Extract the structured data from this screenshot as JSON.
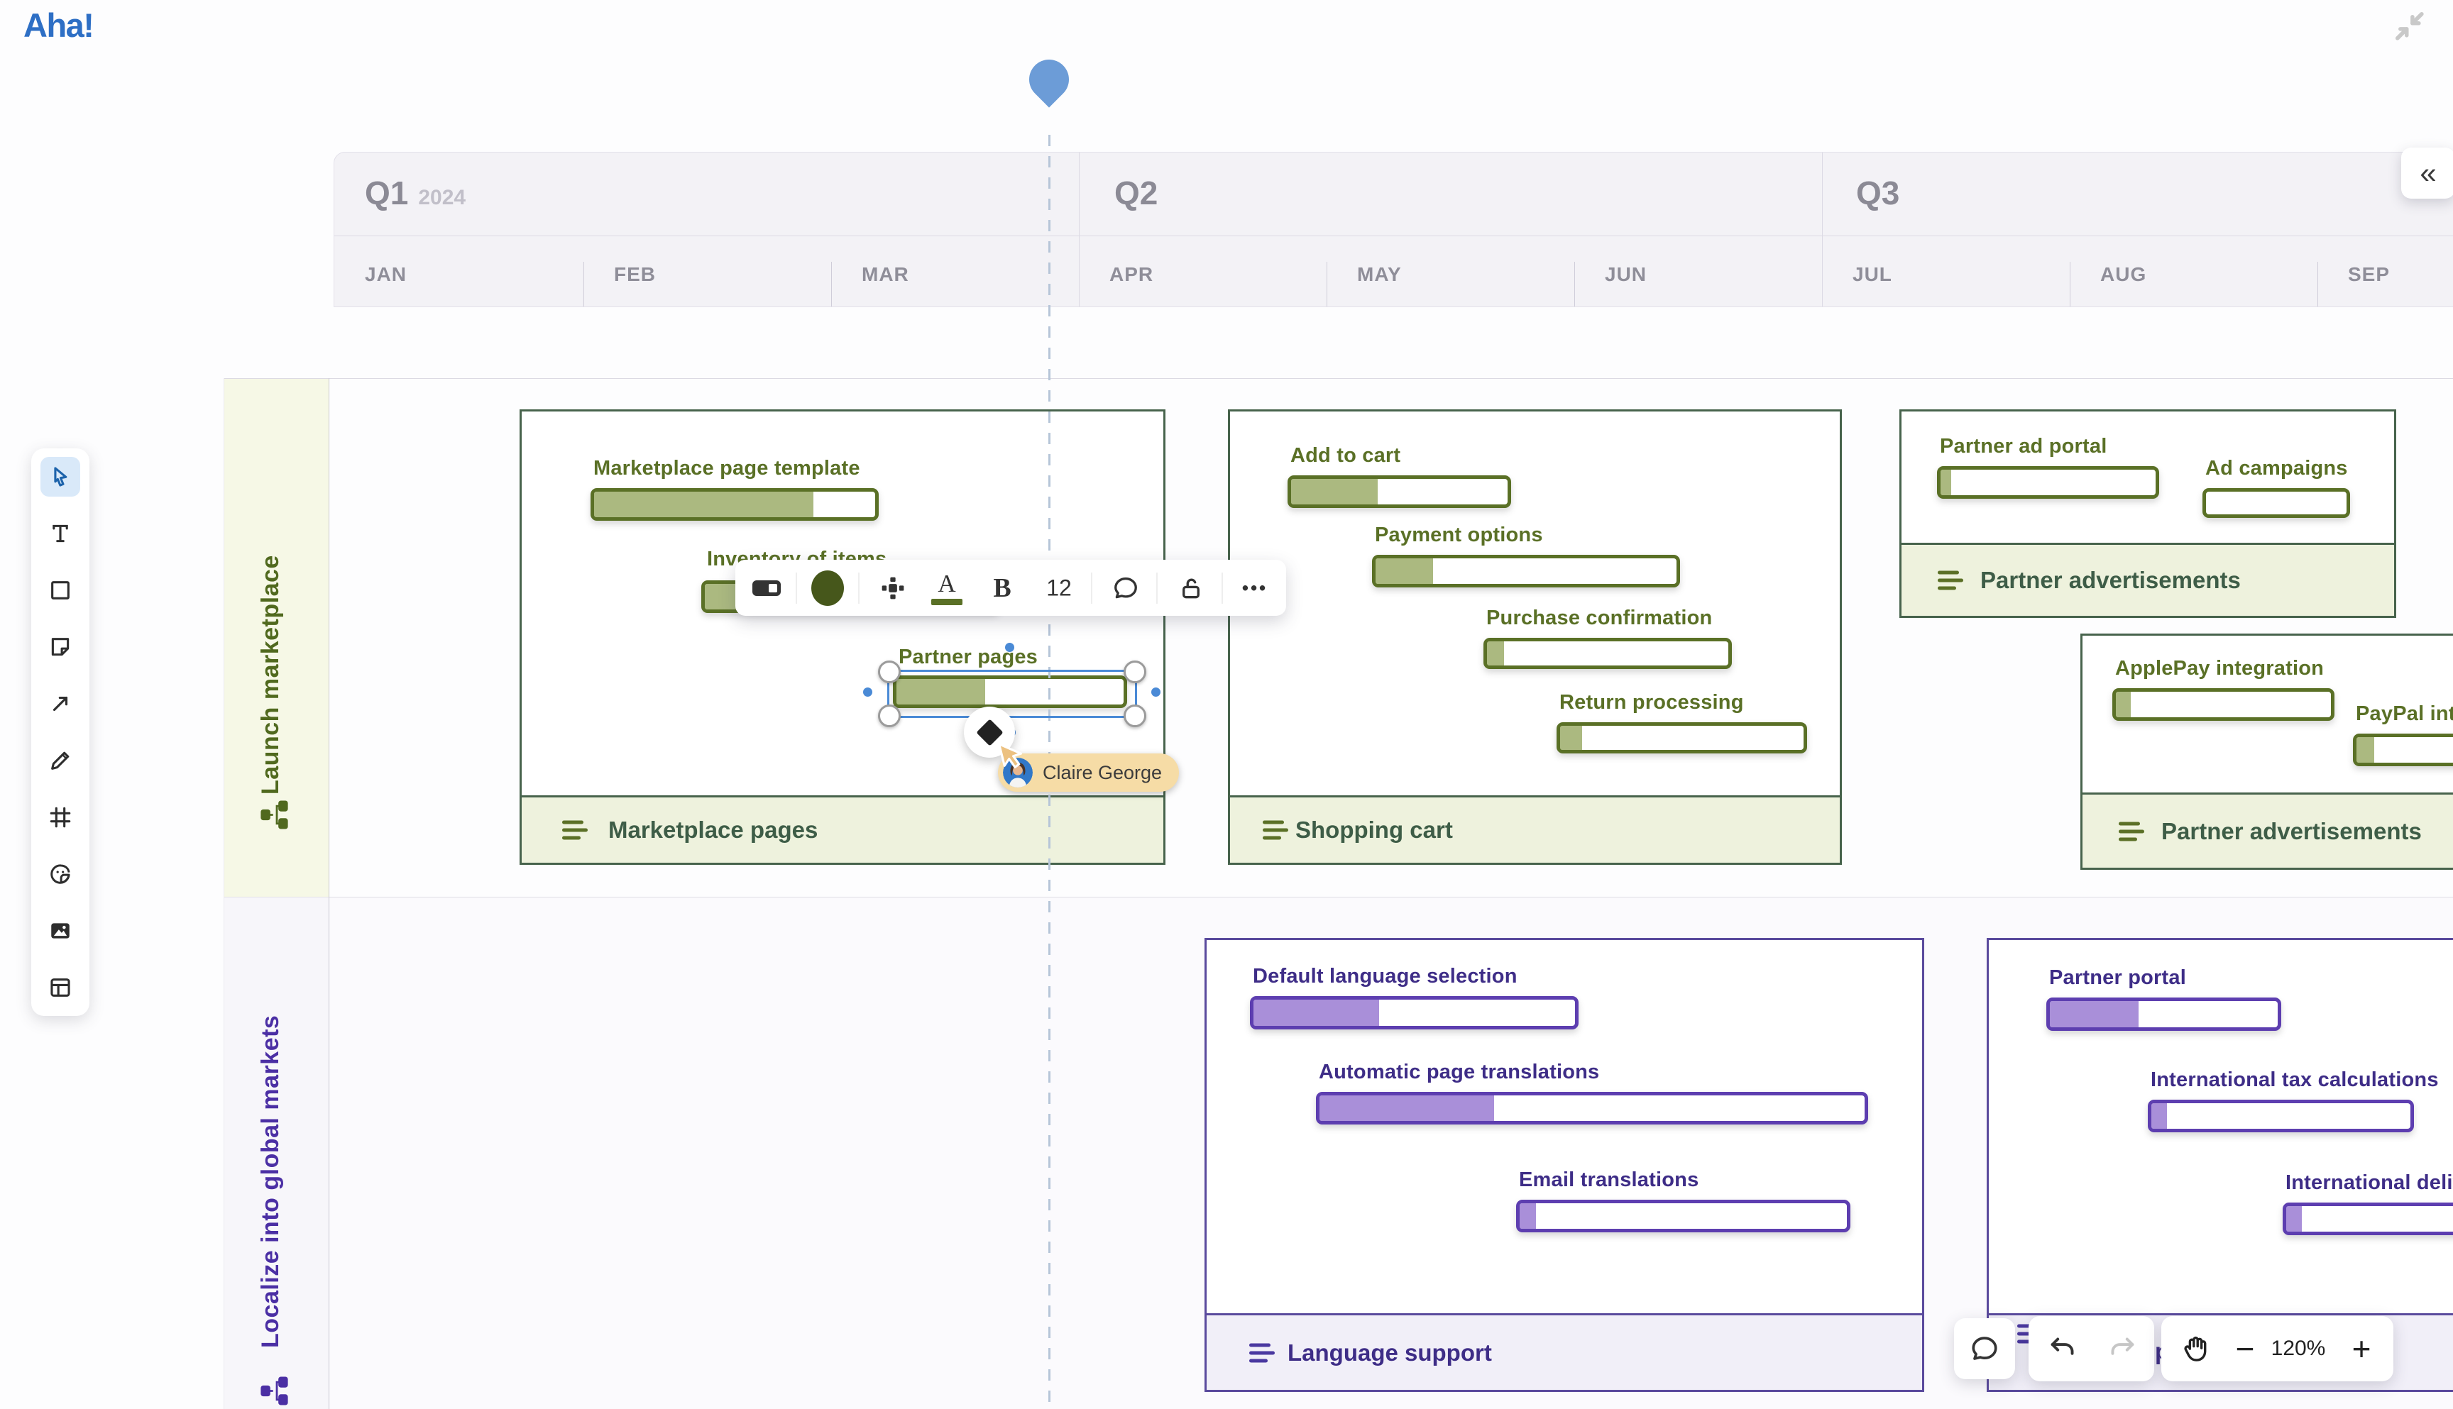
{
  "brand": {
    "logo": "Aha!"
  },
  "timeline": {
    "quarters": [
      {
        "label": "Q1",
        "year": "2024"
      },
      {
        "label": "Q2",
        "year": ""
      },
      {
        "label": "Q3",
        "year": ""
      }
    ],
    "months": [
      "JAN",
      "FEB",
      "MAR",
      "APR",
      "MAY",
      "JUN",
      "JUL",
      "AUG",
      "SEP"
    ]
  },
  "lanes": [
    {
      "label": "Launch marketplace"
    },
    {
      "label": "Localize into global markets"
    }
  ],
  "cards": [
    {
      "footer": "Marketplace pages",
      "tasks": [
        {
          "label": "Marketplace page template",
          "progress": 78
        },
        {
          "label": "Inventory of items",
          "progress": 40
        },
        {
          "label": "Partner pages",
          "progress": 39
        }
      ]
    },
    {
      "footer": "Shopping cart",
      "tasks": [
        {
          "label": "Add to cart",
          "progress": 40
        },
        {
          "label": "Payment options",
          "progress": 19
        },
        {
          "label": "Purchase confirmation",
          "progress": 7
        },
        {
          "label": "Return processing",
          "progress": 9
        }
      ]
    },
    {
      "footer": "Partner advertisements",
      "tasks": [
        {
          "label": "Partner ad portal",
          "progress": 5
        },
        {
          "label": "Ad campaigns",
          "progress": 0
        }
      ]
    },
    {
      "footer": "Partner advertisements",
      "tasks": [
        {
          "label": "ApplePay integration",
          "progress": 7
        },
        {
          "label": "PayPal integration",
          "progress": 12
        }
      ]
    },
    {
      "footer": "Language support",
      "tasks": [
        {
          "label": "Default language selection",
          "progress": 39
        },
        {
          "label": "Automatic page translations",
          "progress": 32
        },
        {
          "label": "Email translations",
          "progress": 5
        }
      ]
    },
    {
      "footer_visible": "p",
      "tasks": [
        {
          "label": "Partner portal",
          "progress": 39
        },
        {
          "label": "International tax calculations",
          "progress": 6
        },
        {
          "label": "International deliveries",
          "progress": 8
        }
      ]
    }
  ],
  "selection": {
    "assignee": "Claire George"
  },
  "left_toolbar": {
    "tools": [
      "select",
      "text",
      "shape",
      "sticky-note",
      "connector",
      "pen",
      "frame",
      "sticker",
      "image",
      "template"
    ]
  },
  "format_toolbar": {
    "text_color_letter": "A",
    "bold_label": "B",
    "font_size": "12",
    "more_label": "•••"
  },
  "view_controls": {
    "zoom_level": "120%",
    "minus": "−",
    "plus": "+"
  },
  "header_controls": {
    "collapse_label": "«"
  },
  "colors": {
    "brand_blue": "#2e6fc5",
    "green_border": "#47634c",
    "olive": "#5a7026",
    "olive_fill": "#abb980",
    "purple_border": "#5a4a9d",
    "purple_bar": "#5d3eb0",
    "purple_fill": "#a98fd9",
    "selection_blue": "#4a8ad6",
    "pin_blue": "#6c9cd7"
  }
}
